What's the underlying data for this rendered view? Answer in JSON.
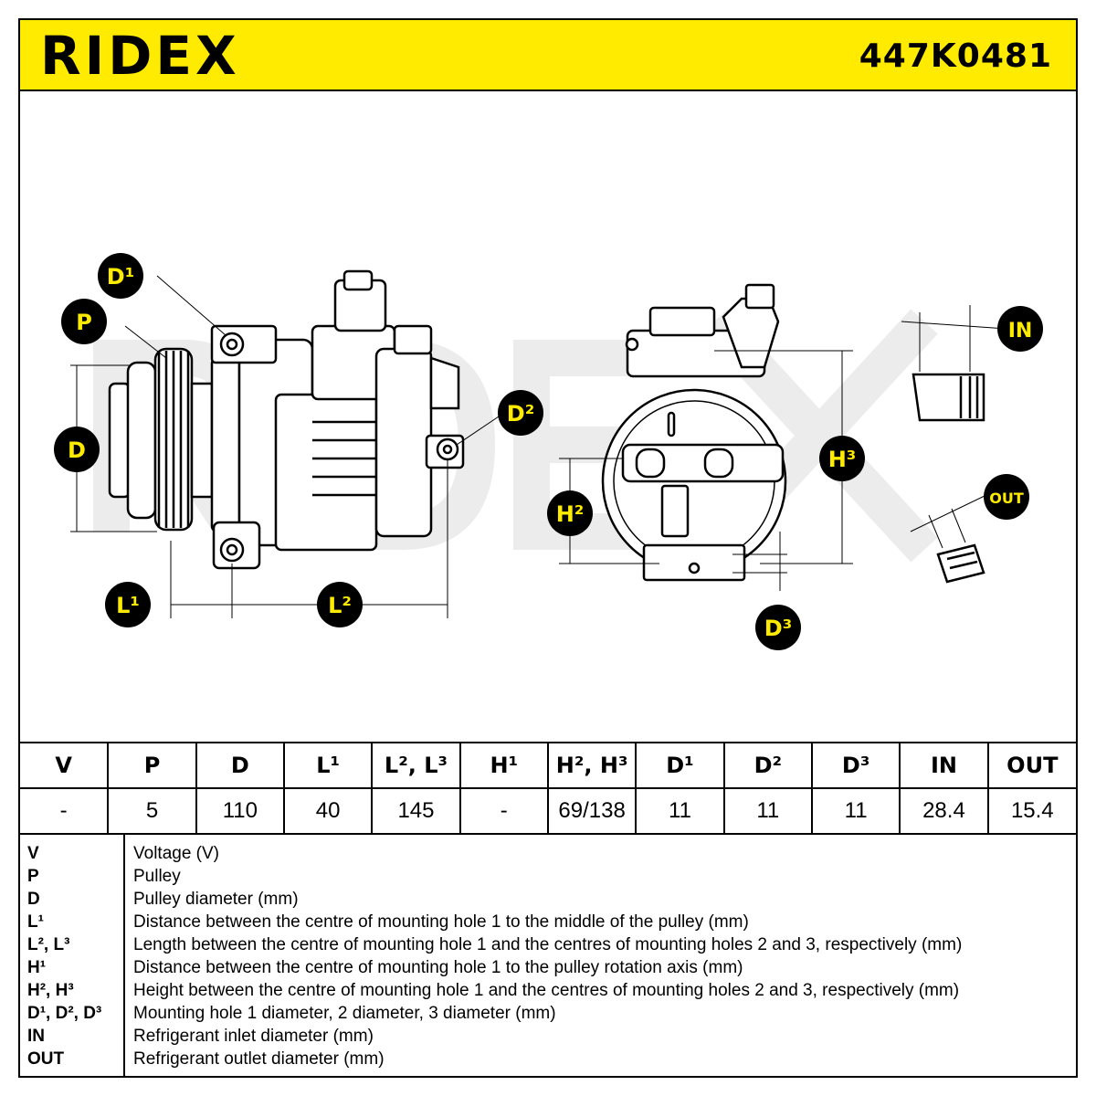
{
  "header": {
    "brand": "RIDEX",
    "part_number": "447K0481"
  },
  "callouts": {
    "D1": "D¹",
    "P": "P",
    "D": "D",
    "D2": "D²",
    "L1": "L¹",
    "L2": "L²",
    "H2": "H²",
    "H3": "H³",
    "D3": "D³",
    "IN": "IN",
    "OUT": "OUT"
  },
  "colors": {
    "accent": "#ffeb00",
    "ink": "#000000",
    "watermark": "#e6e6e6"
  },
  "specs": {
    "headers": [
      "V",
      "P",
      "D",
      "L¹",
      "L², L³",
      "H¹",
      "H², H³",
      "D¹",
      "D²",
      "D³",
      "IN",
      "OUT"
    ],
    "values": [
      "-",
      "5",
      "110",
      "40",
      "145",
      "-",
      "69/138",
      "11",
      "11",
      "11",
      "28.4",
      "15.4"
    ]
  },
  "legend": [
    {
      "key": "V",
      "desc": "Voltage (V)"
    },
    {
      "key": "P",
      "desc": "Pulley"
    },
    {
      "key": "D",
      "desc": "Pulley diameter (mm)"
    },
    {
      "key": "L¹",
      "desc": "Distance between the centre of mounting hole 1 to the middle of the pulley (mm)"
    },
    {
      "key": "L², L³",
      "desc": "Length between the centre of mounting hole 1 and the centres of mounting holes 2 and 3, respectively (mm)"
    },
    {
      "key": "H¹",
      "desc": "Distance between the centre of mounting hole 1 to the pulley rotation axis (mm)"
    },
    {
      "key": "H², H³",
      "desc": "Height between the centre of mounting hole 1 and the centres of mounting holes 2 and 3, respectively (mm)"
    },
    {
      "key": "D¹, D², D³",
      "desc": "Mounting hole 1 diameter, 2 diameter, 3 diameter (mm)"
    },
    {
      "key": "IN",
      "desc": "Refrigerant inlet diameter (mm)"
    },
    {
      "key": "OUT",
      "desc": "Refrigerant outlet diameter (mm)"
    }
  ]
}
